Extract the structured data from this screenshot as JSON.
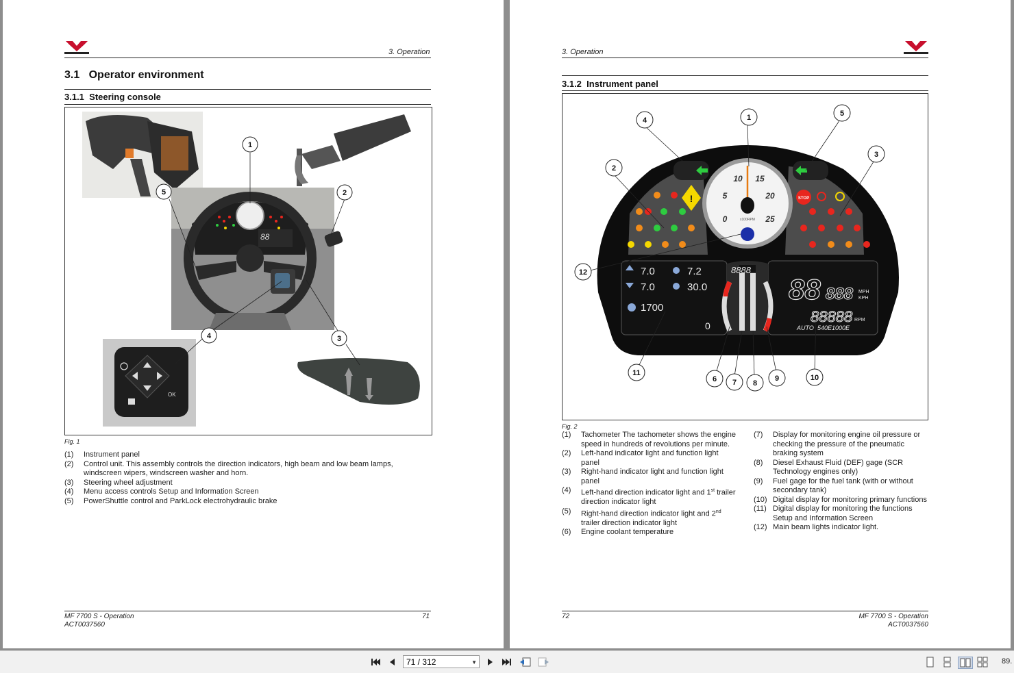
{
  "left_page": {
    "header_section": "3. Operation",
    "section_number": "3.1",
    "section_title": "Operator environment",
    "subsection_number": "3.1.1",
    "subsection_title": "Steering console",
    "figure_caption": "Fig. 1",
    "callouts": [
      "1",
      "2",
      "3",
      "4",
      "5"
    ],
    "legend": [
      {
        "num": "(1)",
        "text": "Instrument panel"
      },
      {
        "num": "(2)",
        "text": "Control unit. This assembly controls the direction indicators, high beam and low beam lamps, windscreen wipers, windscreen washer and horn."
      },
      {
        "num": "(3)",
        "text": "Steering wheel adjustment"
      },
      {
        "num": "(4)",
        "text": "Menu access controls Setup and Information Screen"
      },
      {
        "num": "(5)",
        "text": "PowerShuttle control and ParkLock electrohydraulic brake"
      }
    ],
    "footer_title": "MF 7700 S - Operation",
    "footer_doc": "ACT0037560",
    "page_number": "71"
  },
  "right_page": {
    "header_section": "3. Operation",
    "subsection_number": "3.1.2",
    "subsection_title": "Instrument panel",
    "figure_caption": "Fig. 2",
    "callouts": [
      "1",
      "2",
      "3",
      "4",
      "5",
      "6",
      "7",
      "8",
      "9",
      "10",
      "11",
      "12"
    ],
    "dash": {
      "gauge_ticks": [
        "0",
        "5",
        "10",
        "15",
        "20",
        "25"
      ],
      "gauge_unit": "x100RPM",
      "readout_1a": "7.0",
      "readout_1b": "7.2",
      "readout_2a": "7.0",
      "readout_2b": "30.0",
      "readout_rpm": "1700",
      "readout_zero": "0",
      "seg_top": "8888",
      "seg_big": "88",
      "seg_mid": "888",
      "seg_mph": "MPH",
      "seg_kph": "KPH",
      "seg_low": "88888",
      "seg_rpm": "RPM",
      "auto_label": "AUTO",
      "pto_label": "540E1000E",
      "stop_label": "STOP"
    },
    "legend_left": [
      {
        "num": "(1)",
        "text": "Tachometer The tachometer shows the engine speed in hundreds of revolutions per minute."
      },
      {
        "num": "(2)",
        "text": "Left-hand indicator light and function light panel"
      },
      {
        "num": "(3)",
        "text": "Right-hand indicator light and function light panel"
      },
      {
        "num": "(4)",
        "text_a": "Left-hand direction indicator light and 1",
        "sup": "st",
        "text_b": " trailer direction indicator light"
      },
      {
        "num": "(5)",
        "text_a": "Right-hand direction indicator light and 2",
        "sup": "nd",
        "text_b": " trailer direction indicator light"
      },
      {
        "num": "(6)",
        "text": "Engine coolant temperature"
      }
    ],
    "legend_right": [
      {
        "num": "(7)",
        "text": "Display for monitoring engine oil pressure or checking the pressure of the pneumatic braking system"
      },
      {
        "num": "(8)",
        "text": "Diesel Exhaust Fluid (DEF) gage (SCR Technology engines only)"
      },
      {
        "num": "(9)",
        "text": "Fuel gage for the fuel tank (with or without secondary tank)"
      },
      {
        "num": "(10)",
        "text": "Digital display for monitoring primary functions"
      },
      {
        "num": "(11)",
        "text": "Digital display for monitoring the functions Setup and Information Screen"
      },
      {
        "num": "(12)",
        "text": "Main beam lights indicator light."
      }
    ],
    "footer_title": "MF 7700 S - Operation",
    "footer_doc": "ACT0037560",
    "page_number": "72"
  },
  "toolbar": {
    "page_indicator": "71 / 312",
    "zoom": "89."
  },
  "colors": {
    "logo_red": "#c8102e",
    "dash_black": "#0d0d0d",
    "indicator_green": "#2ecc40",
    "warning_red": "#e8261e",
    "warning_orange": "#f28c1a",
    "warning_yellow": "#f5d800"
  }
}
